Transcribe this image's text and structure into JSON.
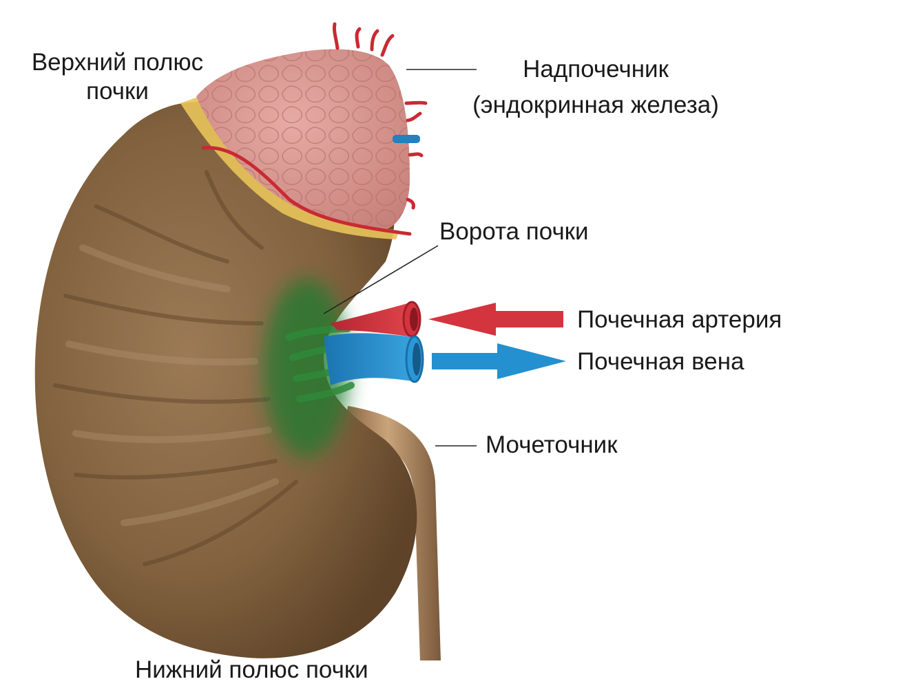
{
  "labels": {
    "upper_pole": [
      "Верхний полюс",
      "почки"
    ],
    "adrenal": [
      "Надпочечник",
      "(эндокринная железа)"
    ],
    "hilum": "Ворота почки",
    "artery": "Почечная артерия",
    "vein": "Почечная вена",
    "ureter": "Мочеточник",
    "lower_pole": "Нижний полюс почки"
  },
  "colors": {
    "kidney": "#8a6a4a",
    "kidney_shadow": "#5a4128",
    "adrenal": "#d99a94",
    "fat": "#e8c45a",
    "artery": "#d3343e",
    "vein": "#2490d0",
    "hilum_highlight": "#1f7a2e",
    "ureter": "#b28a62",
    "leader": "#222222"
  }
}
